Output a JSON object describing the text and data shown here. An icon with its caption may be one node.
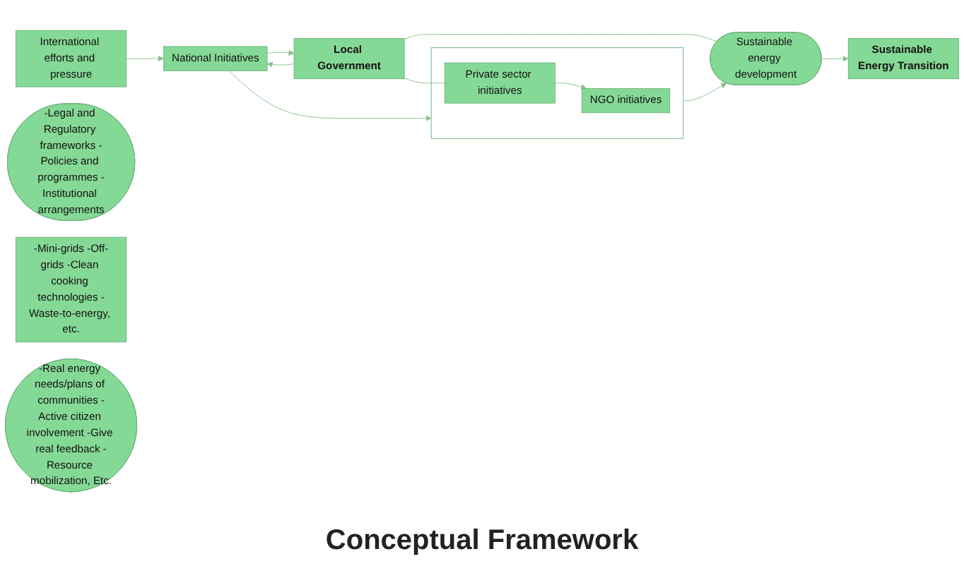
{
  "diagram": {
    "title": "Conceptual Framework",
    "nodes": [
      {
        "text": [
          "International efforts and pressure"
        ]
      },
      {
        "text": [
          "-Legal and Regulatory frameworks -Policies and programmes -Institutional arrangements"
        ]
      },
      {
        "text": [
          "National Initiatives"
        ]
      },
      {
        "text": [],
        "shape": "box"
      },
      {
        "text": [
          "NGO initiatives"
        ],
        "in": 3
      },
      {
        "text": [
          "Private sector initiatives"
        ],
        "in": 3
      },
      {
        "text": [
          "Sustainable energy development"
        ]
      },
      {
        "text": [
          "Sustainable Energy Transition"
        ]
      },
      {
        "text": [
          "-Mini-grids -Off-grids -Clean cooking technologies -Waste-to-energy, etc."
        ]
      },
      {
        "text": [
          "Local Government"
        ]
      },
      {
        "text": [
          "-Real energy needs/plans of communities -Active citizen involvement -Give real feedback -Resource mobilization, Etc."
        ]
      }
    ],
    "edges": [
      {
        "from": 0,
        "to": 2,
        "arrow": "to"
      },
      {
        "from": 2,
        "to": 3,
        "arrow": "to"
      },
      {
        "from": 5,
        "to": 4,
        "arrow": "to"
      },
      {
        "from": 3,
        "to": 6,
        "arrow": "to"
      },
      {
        "from": 6,
        "to": 7,
        "arrow": "to"
      },
      {
        "from": 9,
        "to": 2,
        "arrow": "to"
      },
      {
        "from": 2,
        "to": 9,
        "arrow": "to"
      },
      {
        "from": 9,
        "to": 5,
        "arrow": "none"
      },
      {
        "from": 9,
        "to": 6,
        "arrow": "none"
      }
    ]
  }
}
